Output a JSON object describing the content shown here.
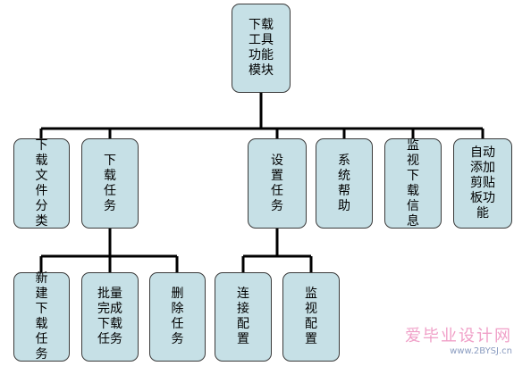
{
  "root": "下载工具功能模块",
  "modules": [
    "下载文件分类",
    "下载任务",
    "设置任务",
    "系统帮助",
    "监视下载信息",
    "自动添加剪贴板功能"
  ],
  "download_task_children": [
    "新建下载任务",
    "批量完成下载任务",
    "删除任务"
  ],
  "settings_task_children": [
    "连接配置",
    "监视配置"
  ],
  "watermark": {
    "cn": "爱毕业设计网",
    "url": "www.2BYSJ.cn"
  }
}
